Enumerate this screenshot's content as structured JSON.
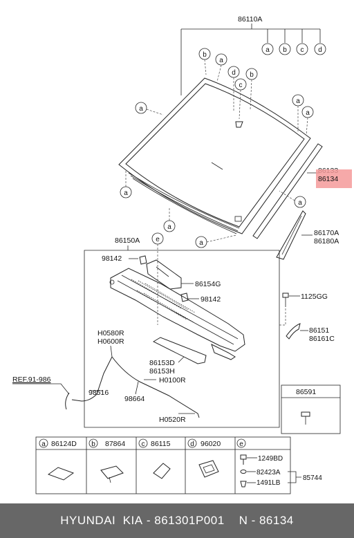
{
  "main_assembly": "86110A",
  "refs": [
    "a",
    "b",
    "c",
    "d",
    "e"
  ],
  "parts": {
    "p86133": "86133",
    "p86134": "86134",
    "p86170A": "86170A",
    "p86180A": "86180A",
    "p86150A": "86150A",
    "p98142a": "98142",
    "p86154G": "86154G",
    "p98142b": "98142",
    "p1125GG": "1125GG",
    "p86151": "86151",
    "p86161C": "86161C",
    "pH0580R": "H0580R",
    "pH0600R": "H0600R",
    "p86153D": "86153D",
    "p86153H": "86153H",
    "pH0100R": "H0100R",
    "p98516": "98516",
    "p98664": "98664",
    "pH0520R": "H0520R",
    "ref": "REF.91-986",
    "p86591": "86591"
  },
  "legend": [
    {
      "key": "a",
      "part": "86124D"
    },
    {
      "key": "b",
      "part": "87864"
    },
    {
      "key": "c",
      "part": "86115"
    },
    {
      "key": "d",
      "part": "96020"
    },
    {
      "key": "e",
      "part": ""
    }
  ],
  "legend_e": {
    "p1249BD": "1249BD",
    "p82423A": "82423A",
    "p1491LB": "1491LB",
    "p85744": "85744"
  },
  "highlight_color": "#f59a9a",
  "footer": {
    "brand": "HYUNDAI  KIA",
    "sep1": " - ",
    "partno": "861301P001",
    "sep2": "    N - ",
    "number": "86134"
  }
}
